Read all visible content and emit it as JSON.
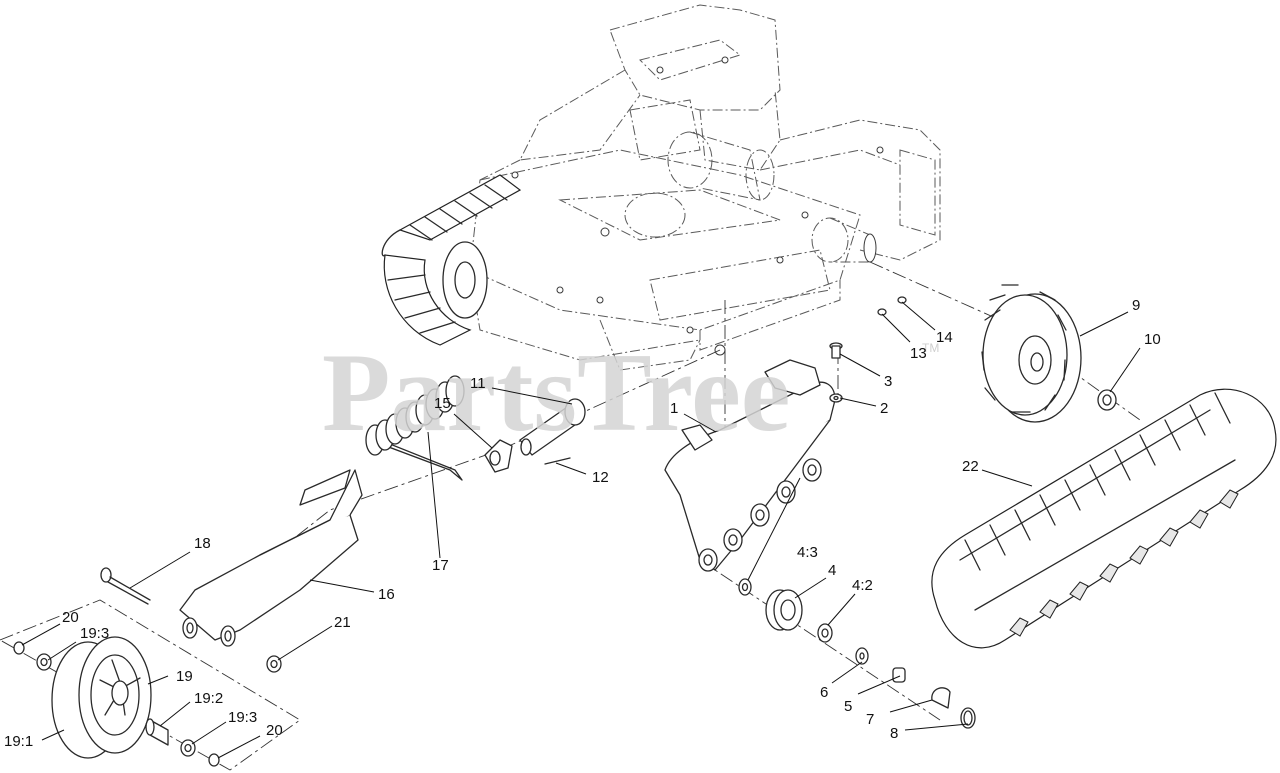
{
  "watermark": {
    "text": "PartsTree",
    "trademark": "TM"
  },
  "callouts": [
    {
      "id": "c1",
      "label": "1"
    },
    {
      "id": "c2",
      "label": "2"
    },
    {
      "id": "c3",
      "label": "3"
    },
    {
      "id": "c4",
      "label": "4"
    },
    {
      "id": "c4-2",
      "label": "4:2"
    },
    {
      "id": "c4-3",
      "label": "4:3"
    },
    {
      "id": "c5",
      "label": "5"
    },
    {
      "id": "c6",
      "label": "6"
    },
    {
      "id": "c7",
      "label": "7"
    },
    {
      "id": "c8",
      "label": "8"
    },
    {
      "id": "c9",
      "label": "9"
    },
    {
      "id": "c10",
      "label": "10"
    },
    {
      "id": "c11",
      "label": "11"
    },
    {
      "id": "c12",
      "label": "12"
    },
    {
      "id": "c13",
      "label": "13"
    },
    {
      "id": "c14",
      "label": "14"
    },
    {
      "id": "c15",
      "label": "15"
    },
    {
      "id": "c16",
      "label": "16"
    },
    {
      "id": "c17",
      "label": "17"
    },
    {
      "id": "c18",
      "label": "18"
    },
    {
      "id": "c19",
      "label": "19"
    },
    {
      "id": "c19-1",
      "label": "19:1"
    },
    {
      "id": "c19-2",
      "label": "19:2"
    },
    {
      "id": "c19-3a",
      "label": "19:3"
    },
    {
      "id": "c19-3b",
      "label": "19:3"
    },
    {
      "id": "c20a",
      "label": "20"
    },
    {
      "id": "c20b",
      "label": "20"
    },
    {
      "id": "c21",
      "label": "21"
    },
    {
      "id": "c22",
      "label": "22"
    }
  ]
}
